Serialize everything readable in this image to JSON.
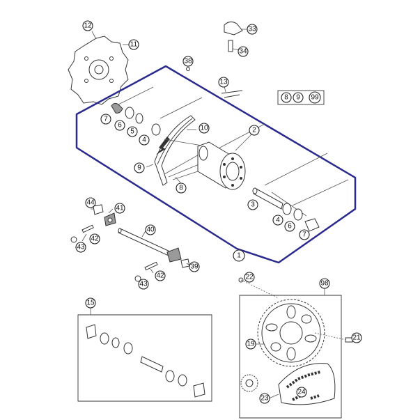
{
  "diagram": {
    "accent_color": "#2a2a8f",
    "callouts": {
      "c1": "1",
      "c2": "2",
      "c3": "3",
      "c4a": "4",
      "c4b": "4",
      "c5": "5",
      "c6a": "6",
      "c6b": "6",
      "c7a": "7",
      "c7b": "7",
      "c8": "8",
      "c9": "9",
      "c10": "10",
      "c11": "11",
      "c12": "12",
      "c13": "13",
      "c15": "15",
      "c19": "19",
      "c21": "21",
      "c22": "22",
      "c23": "23",
      "c24": "24",
      "c33": "33",
      "c34": "34",
      "c38": "38",
      "c39": "39",
      "c40": "40",
      "c41": "41",
      "c42a": "42",
      "c42b": "42",
      "c43a": "43",
      "c43b": "43",
      "c44": "44",
      "c98": "98",
      "k8": "8",
      "k9": "9",
      "k99": "99"
    }
  }
}
